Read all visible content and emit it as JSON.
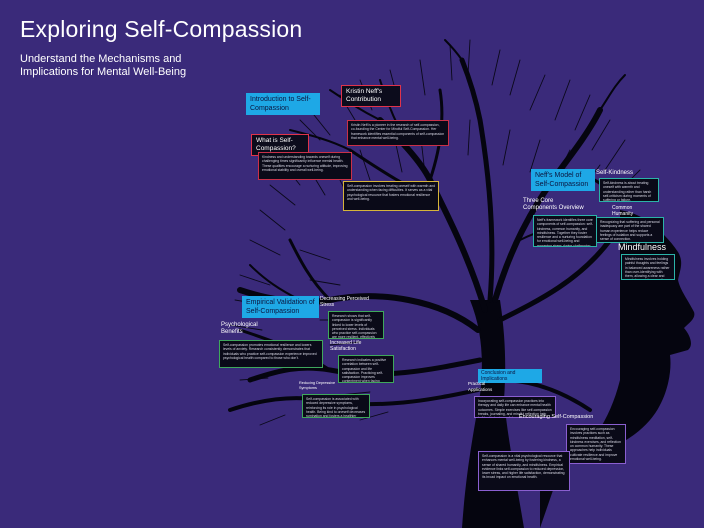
{
  "title": "Exploring Self-Compassion",
  "subtitle": "Understand the Mechanisms and Implications for Mental Well-Being",
  "headers": {
    "intro": "Introduction to Self-Compassion",
    "neff_contribution": "Kristin Neff's Contribution",
    "what_is": "What is Self-Compassion?",
    "neff_model": "Neff's Model of Self-Compassion",
    "empirical": "Empirical Validation of Self-Compassion",
    "conclusion": "Conclusion and Implications"
  },
  "labels": {
    "self_kindness": "Self-Kindness",
    "three_core": "Three Core Components Overview",
    "common_humanity": "Common Humanity",
    "mindfulness": "Mindfulness",
    "decreasing_stress": "Decreasing Perceived Stress",
    "psych_benefits": "Psychological Benefits",
    "increased_life": "Increased Life Satisfaction",
    "reducing_depressive": "Reducing Depressive Symptoms",
    "practical_applications": "Practical Applications",
    "encouraging": "Encouraging Self-Compassion"
  },
  "texts": {
    "neff_text": "Kristin Neff is a pioneer in the research of self-compassion, co-founding the Center for Mindful Self-Compassion. Her framework identifies essential components of self-compassion that enhance mental well-being.",
    "what_is_text": "Kindness and understanding towards oneself during challenging times significantly influence mental health. These qualities encourage a nurturing attitude, improving emotional stability and overall well-being.",
    "intro_text": "Self-compassion involves treating oneself with warmth and understanding when facing difficulties. It serves as a vital psychological resource that fosters emotional resilience and well-being.",
    "self_kindness_text": "Self-kindness is about treating oneself with warmth and understanding rather than harsh self-criticism during moments of suffering or failure.",
    "three_core_text": "Neff's framework identifies three core components of self-compassion: self-kindness, common humanity, and mindfulness. Together they foster resilience and a nurturing foundation for emotional well-being and managing stress during challenging times.",
    "common_humanity_text": "Recognizing that suffering and personal inadequacy are part of the shared human experience helps reduce feelings of isolation and supports a sense of connection.",
    "mindfulness_text": "Mindfulness involves holding painful thoughts and feelings in balanced awareness rather than over-identifying with them, allowing a clear and non-judgmental perspective on present experience.",
    "decreasing_stress_text": "Research shows that self-compassion is significantly linked to lower levels of perceived stress. Individuals who practice self-compassion are more resilient, effectively managing stressors and maintaining emotional balance.",
    "psych_text": "Self-compassion promotes emotional resilience and lowers levels of anxiety. Research consistently demonstrates that individuals who practice self-compassion experience improved psychological health compared to those who don't.",
    "increased_life_text": "Research indicates a positive correlation between self-compassion and life satisfaction. Practicing self-compassion improves contentment when facing difficulties and helps individuals feel more satisfied with their lives.",
    "reducing_text": "Self-compassion is associated with reduced depressive symptoms, reinforcing its role in psychological health. Being kind to oneself decreases rumination and fosters a healthier emotional outlook.",
    "practical_text": "Incorporating self-compassion practices into therapy and daily life can enhance mental health outcomes. Simple exercises like self-compassion breaks, journaling, and mindful reflection help build a kinder inner dialogue.",
    "encouraging_text": "Encouraging self-compassion involves practices such as mindfulness meditation, self-kindness exercises, and reflection on common humanity. These approaches help individuals cultivate resilience and improve emotional well-being.",
    "conclusion_text": "Self-compassion is a vital psychological resource that enhances mental well-being by fostering kindness, a sense of shared humanity, and mindfulness. Empirical evidence links self-compassion to reduced depression, lower stress, and higher life satisfaction, demonstrating its broad impact on emotional health."
  },
  "colors": {
    "background": "#3a2a7a",
    "tree": "#05050f",
    "header_blue": "#1ea8e6",
    "accent_red": "#e0334b"
  }
}
